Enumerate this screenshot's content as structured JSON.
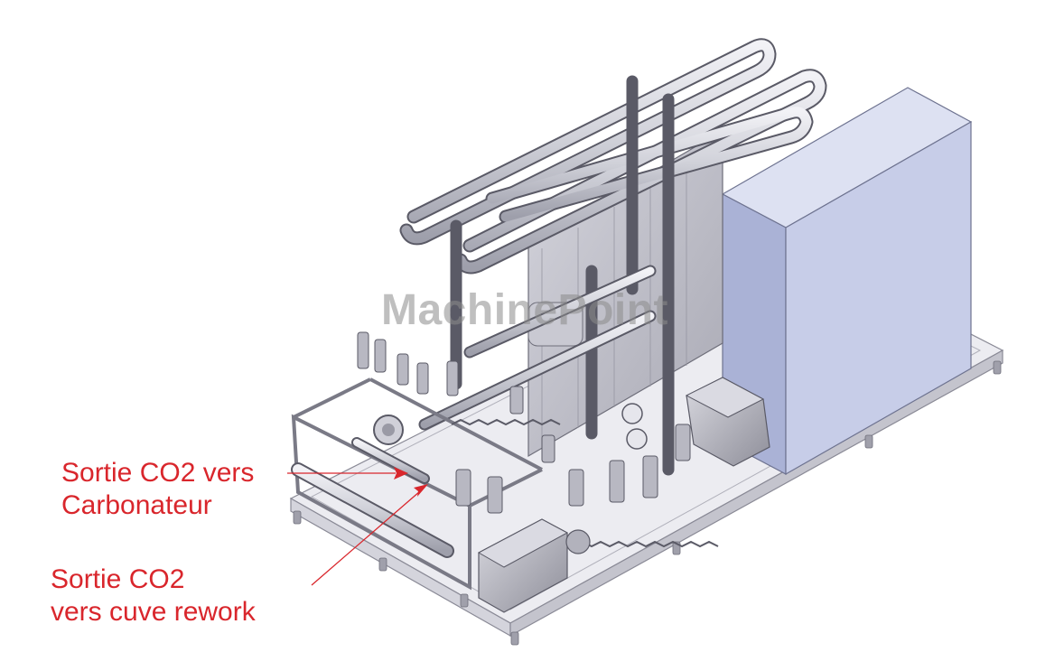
{
  "watermark": "MachinePoint",
  "annotations": [
    {
      "line1": "Sortie CO2 vers",
      "line2": "Carbonateur"
    },
    {
      "line1": "Sortie CO2",
      "line2": "vers cuve rework"
    }
  ],
  "colors": {
    "annotation": "#d9262c",
    "pipe_outline": "#5a5a66",
    "pipe_fill": "#d8d8e0",
    "cabinet_front": "#c7cde8",
    "cabinet_side": "#aab2d6",
    "cabinet_top": "#dde1f2",
    "frame": "#e3e3ea",
    "motor": "#b9b9c2"
  },
  "icons": {
    "arrow": "red-arrow-icon",
    "cabinet": "electrical-cabinet-icon",
    "pump": "pump-motor-icon",
    "valve": "valve-icon",
    "gauge": "pressure-gauge-icon"
  }
}
